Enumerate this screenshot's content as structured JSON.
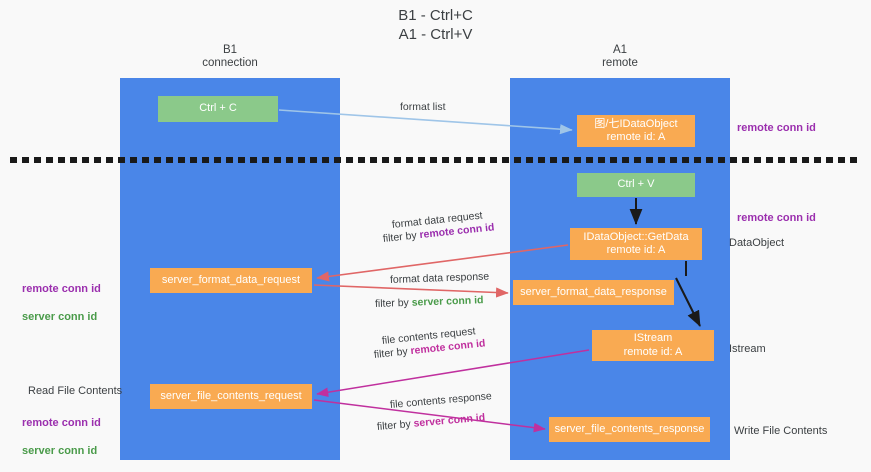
{
  "title": "B1 - Ctrl+C\nA1 - Ctrl+V",
  "lanes": [
    {
      "name": "b1",
      "header": "B1\nconnection",
      "color": "#4a86e8"
    },
    {
      "name": "a1",
      "header": "A1\nremote",
      "color": "#4a86e8"
    }
  ],
  "colors": {
    "lane": "#4a86e8",
    "green_box": "#8bc98a",
    "orange_box": "#f9aa52",
    "arrow_blue": "#9fc5e8",
    "arrow_red": "#e06666",
    "arrow_black": "#1a1a1a",
    "arrow_magenta": "#c0309e",
    "remote_conn_id": "#9b2fae",
    "server_conn_id": "#4a9b4a",
    "divider": "#1a1a1a",
    "background": "#f9f9f9"
  },
  "boxes": {
    "ctrl_c": "Ctrl + C",
    "idataobject": "图/七IDataObject\nremote id: A",
    "ctrl_v": "Ctrl + V",
    "getdata": "IDataObject::GetData\nremote id: A",
    "server_format_data_request": "server_format_data_request",
    "server_format_data_response": "server_format_data_response",
    "istream": "IStream\nremote id: A",
    "server_file_contents_request": "server_file_contents_request",
    "server_file_contents_response": "server_file_contents_response"
  },
  "captions": {
    "format_list": "format list",
    "format_data_request": "format data request",
    "filter_by": "filter by ",
    "remote_conn_id": "remote conn id",
    "server_conn_id": "server conn id",
    "format_data_response": "format data response",
    "file_contents_request": "file contents request",
    "file_contents_response": "file contents response"
  },
  "side_labels": {
    "remote_conn_id_top": "remote conn id",
    "remote_conn_id_mid": "remote conn id",
    "dataobject": "DataObject",
    "istream": "Istream",
    "write_file_contents": "Write File Contents",
    "read_file_contents": "Read File Contents",
    "conn_pair_remote": "remote conn id",
    "conn_pair_server": "server conn id"
  }
}
